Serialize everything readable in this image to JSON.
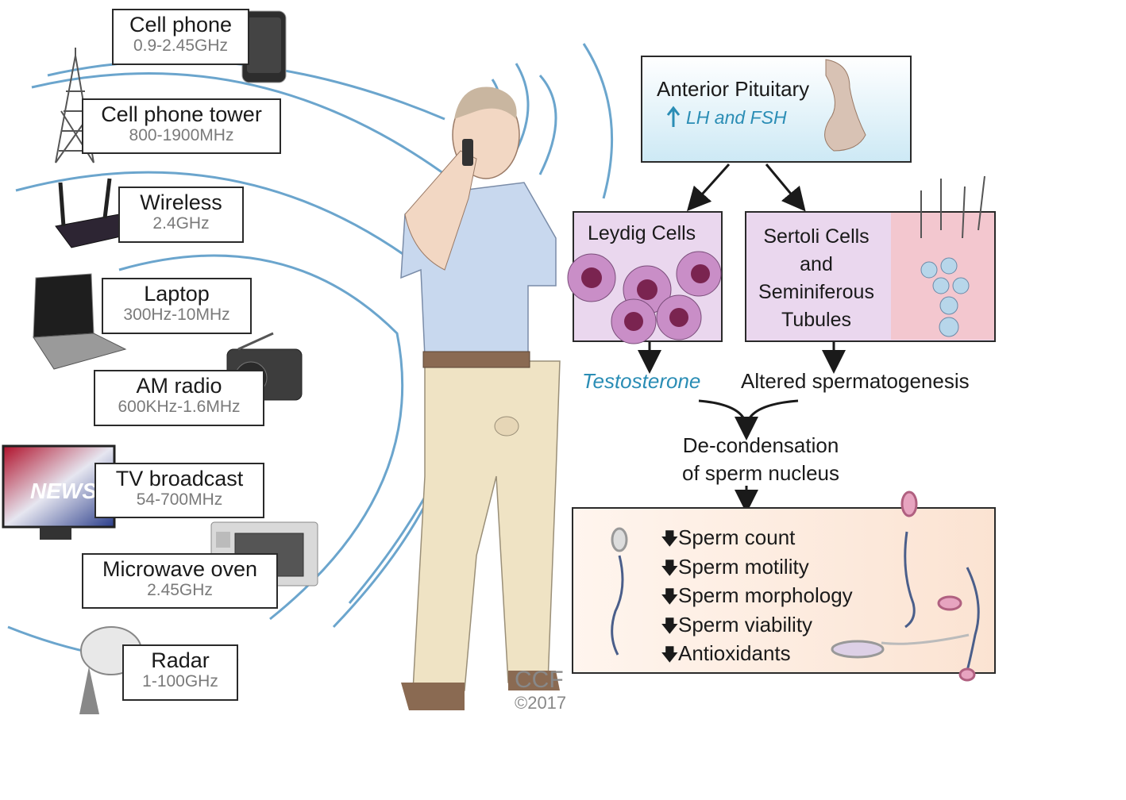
{
  "devices": [
    {
      "name": "Cell phone",
      "freq": "0.9-2.45GHz"
    },
    {
      "name": "Cell phone tower",
      "freq": "800-1900MHz"
    },
    {
      "name": "Wireless",
      "freq": "2.4GHz"
    },
    {
      "name": "Laptop",
      "freq": "300Hz-10MHz"
    },
    {
      "name": "AM radio",
      "freq": "600KHz-1.6MHz"
    },
    {
      "name": "TV broadcast",
      "freq": "54-700MHz"
    },
    {
      "name": "Microwave oven",
      "freq": "2.45GHz"
    },
    {
      "name": "Radar",
      "freq": "1-100GHz"
    }
  ],
  "tv_screen_text": "NEWS",
  "pituitary": {
    "title": "Anterior Pituitary",
    "hormones": "LH and FSH",
    "arrow": "up"
  },
  "leydig": {
    "title": "Leydig Cells"
  },
  "sertoli": {
    "line1": "Sertoli Cells",
    "line2": "and",
    "line3": "Seminiferous",
    "line4": "Tubules"
  },
  "testosterone": "Testosterone",
  "spermatogenesis": "Altered spermatogenesis",
  "decondensation": {
    "line1": "De-condensation",
    "line2": "of sperm nucleus"
  },
  "effects": [
    "Sperm count",
    "Sperm motility",
    "Sperm morphology",
    "Sperm viability",
    "Antioxidants"
  ],
  "effect_arrow": "down",
  "credit": {
    "org": "CCF",
    "year": "©2017"
  },
  "colors": {
    "wave": "#5b9cc8",
    "accent_text": "#2a8db5",
    "pituitary_bg": "#dcf0f8",
    "cell_box_bg": "#ead7ee",
    "effects_bg": "#fce9da"
  }
}
